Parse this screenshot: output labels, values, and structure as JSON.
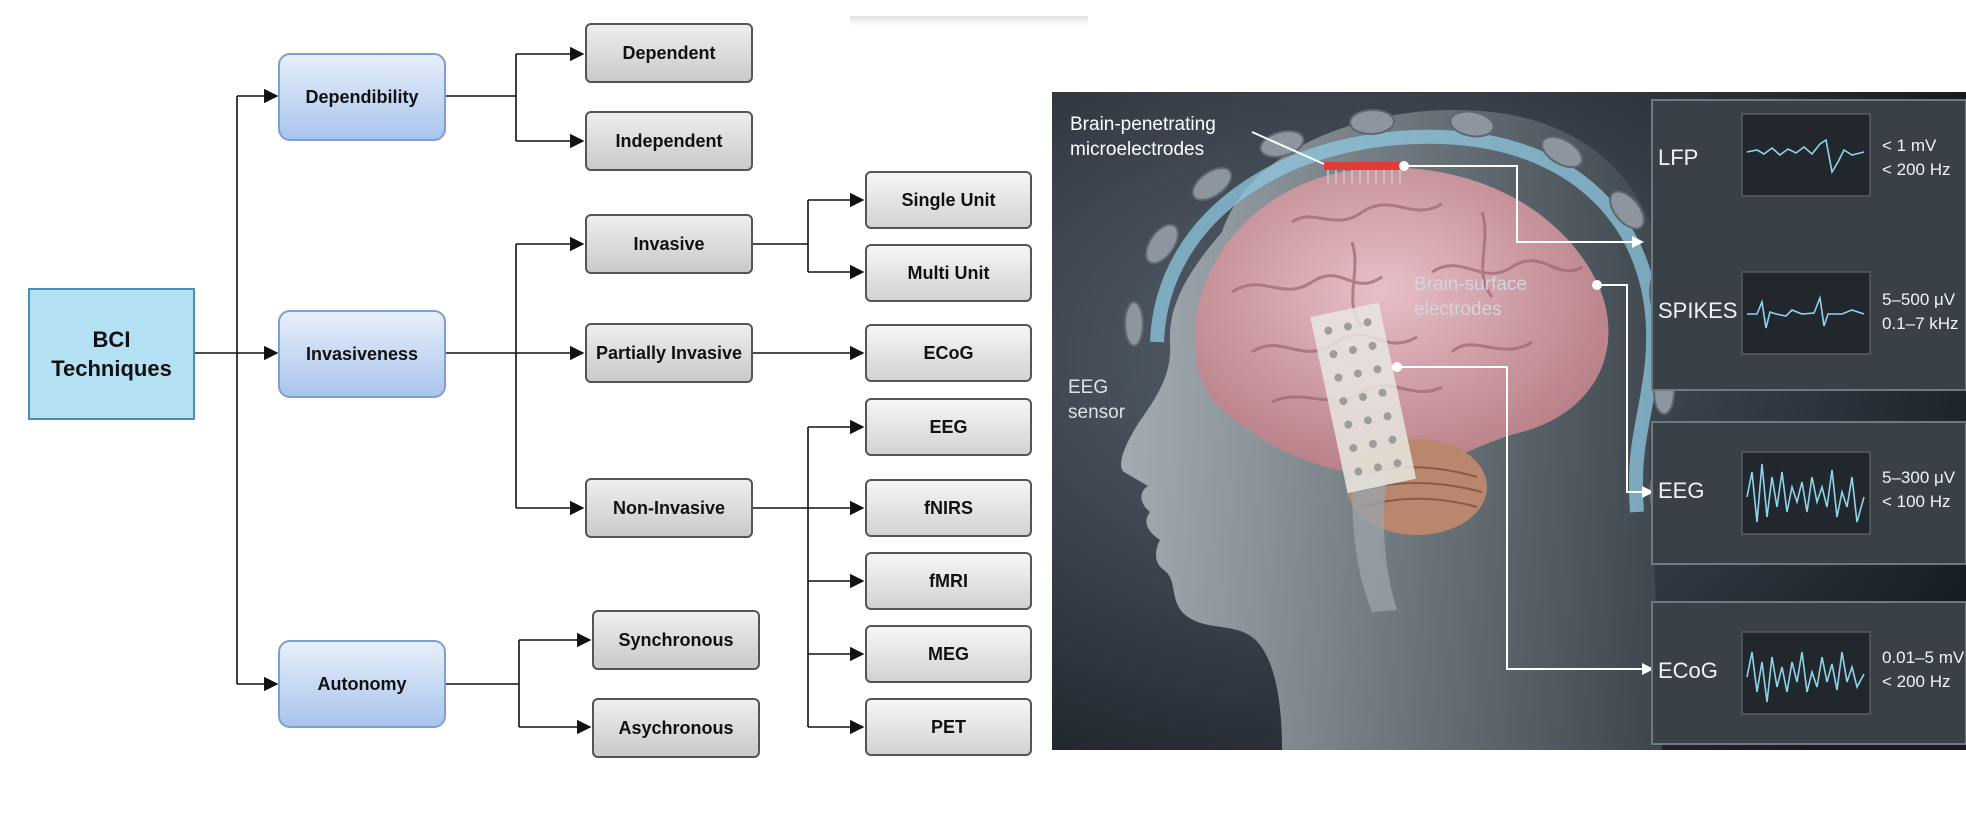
{
  "tree": {
    "root": "BCI\nTechniques",
    "categories": {
      "dependibility": "Dependibility",
      "invasiveness": "Invasiveness",
      "autonomy": "Autonomy"
    },
    "dependibility_types": [
      "Dependent",
      "Independent"
    ],
    "invasiveness_types": {
      "invasive": "Invasive",
      "partially_invasive": "Partially Invasive",
      "non_invasive": "Non-Invasive"
    },
    "invasive_methods": [
      "Single Unit",
      "Multi Unit"
    ],
    "partially_invasive_methods": [
      "ECoG"
    ],
    "non_invasive_methods": [
      "EEG",
      "fNIRS",
      "fMRI",
      "MEG",
      "PET"
    ],
    "autonomy_types": [
      "Synchronous",
      "Asychronous"
    ]
  },
  "illustration": {
    "labels": {
      "microelectrodes": "Brain-penetrating\nmicroelectrodes",
      "surface_electrodes": "Brain-surface\nelectrodes",
      "eeg_sensor": "EEG\nsensor"
    },
    "signals": [
      {
        "name": "LFP",
        "range": "< 1 mV\n< 200 Hz"
      },
      {
        "name": "SPIKES",
        "range": "5–500 μV\n0.1–7 kHz"
      },
      {
        "name": "EEG",
        "range": "5–300 μV\n< 100 Hz"
      },
      {
        "name": "ECoG",
        "range": "0.01–5 mV\n< 200 Hz"
      }
    ]
  },
  "colors": {
    "root_fill": "#b3e0f2",
    "category_fill": "#a9c4ec",
    "subtype_fill": "#d2d2d2",
    "panel_bg": "#141a21",
    "signal_trace": "#8fd3ea"
  }
}
